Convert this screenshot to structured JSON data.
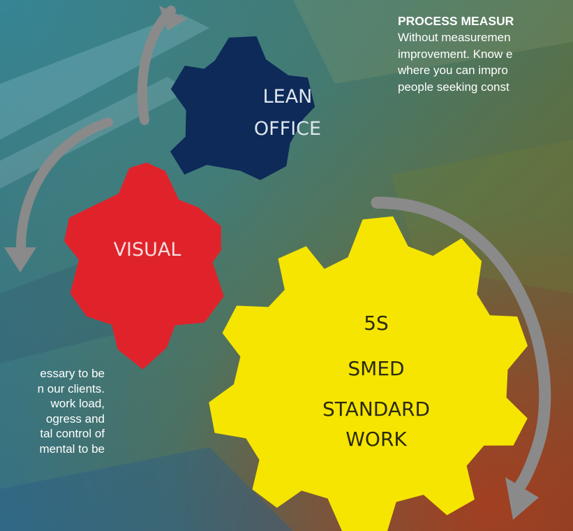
{
  "process_measurement": {
    "title": "PROCESS MEASUR",
    "lines": [
      "Without measuremen",
      "improvement. Know e",
      "where you can impro",
      "people seeking const"
    ]
  },
  "left_text": {
    "lines": [
      "essary to be",
      "n our clients.",
      "work  load,",
      "ogress  and",
      "tal control of",
      "mental to be"
    ]
  },
  "gears": {
    "lean_office": {
      "line1": "LEAN",
      "line2": "OFFICE",
      "color": "#0d2a58"
    },
    "visual": {
      "label": "VISUAL",
      "color": "#e0232b"
    },
    "yellow": {
      "line1": "5S",
      "line2": "SMED",
      "line3": "STANDARD",
      "line4": "WORK",
      "color": "#f6e500"
    }
  },
  "arrow_color": "#8a8a8a"
}
